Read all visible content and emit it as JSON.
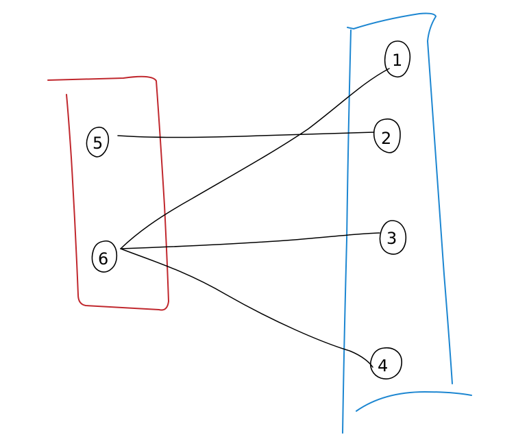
{
  "colors": {
    "left_group": "#c0272d",
    "right_group": "#1c86d1",
    "ink": "#000000"
  },
  "left_nodes": [
    {
      "label": "5"
    },
    {
      "label": "6"
    }
  ],
  "right_nodes": [
    {
      "label": "1"
    },
    {
      "label": "2"
    },
    {
      "label": "3"
    },
    {
      "label": "4"
    }
  ],
  "edges": [
    {
      "from": "5",
      "to": "2"
    },
    {
      "from": "6",
      "to": "1"
    },
    {
      "from": "6",
      "to": "3"
    },
    {
      "from": "6",
      "to": "4"
    }
  ]
}
